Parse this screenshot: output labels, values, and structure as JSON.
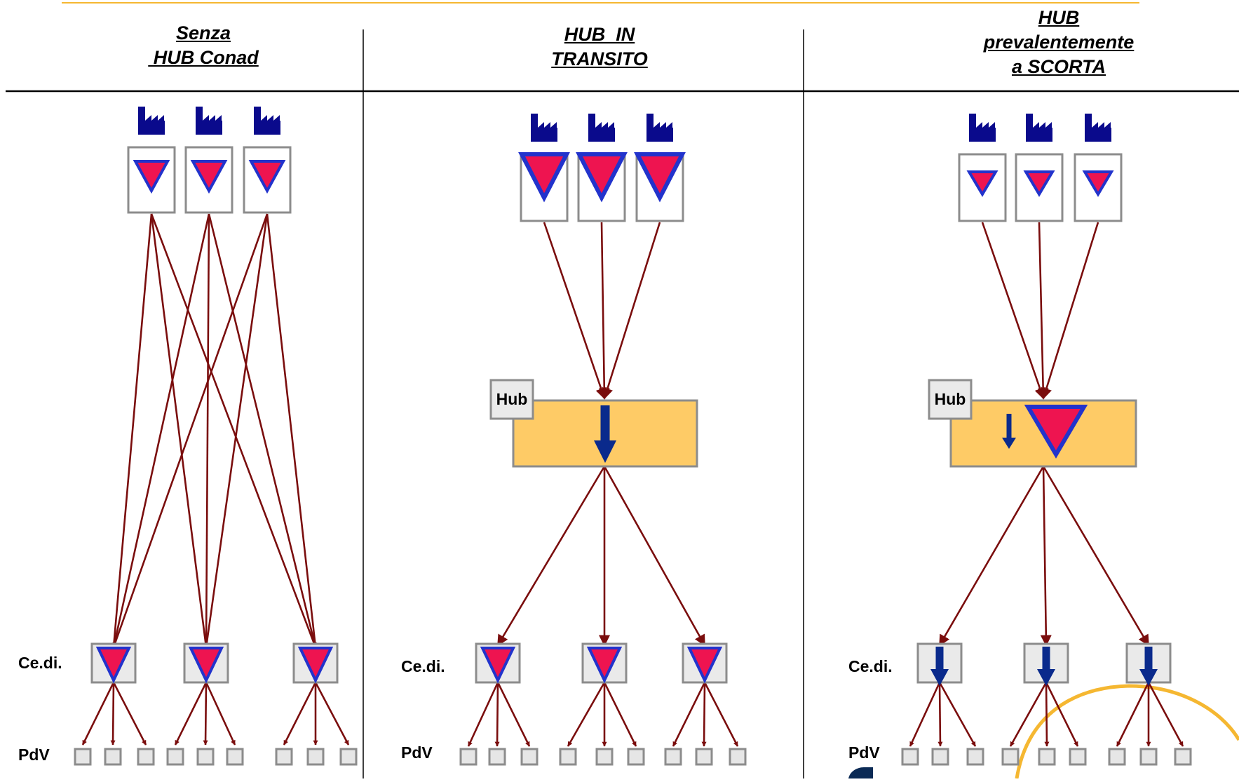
{
  "columns": [
    {
      "title_lines": [
        "Senza",
        " HUB Conad"
      ],
      "mode": "direct"
    },
    {
      "title_lines": [
        "HUB  IN",
        "TRANSITO"
      ],
      "mode": "transit",
      "hub_label": "Hub"
    },
    {
      "title_lines": [
        "HUB",
        "prevalentemente",
        "a SCORTA"
      ],
      "mode": "stock",
      "hub_label": "Hub"
    }
  ],
  "row_labels": {
    "cedi": "Ce.di.",
    "pdv": "PdV"
  },
  "colors": {
    "factory": "#0a0a8c",
    "triangle_fill": "#ee1450",
    "triangle_stroke": "#2233cc",
    "flow_arrow": "#7a0d0d",
    "hub_fill": "#fecb66",
    "box_stroke": "#8c8c8c",
    "down_arrow": "#0a2a8c",
    "accent_line": "#f5b731"
  },
  "icons": [
    "factory-icon",
    "inventory-triangle-icon",
    "down-arrow-icon",
    "flow-arrow-icon"
  ]
}
